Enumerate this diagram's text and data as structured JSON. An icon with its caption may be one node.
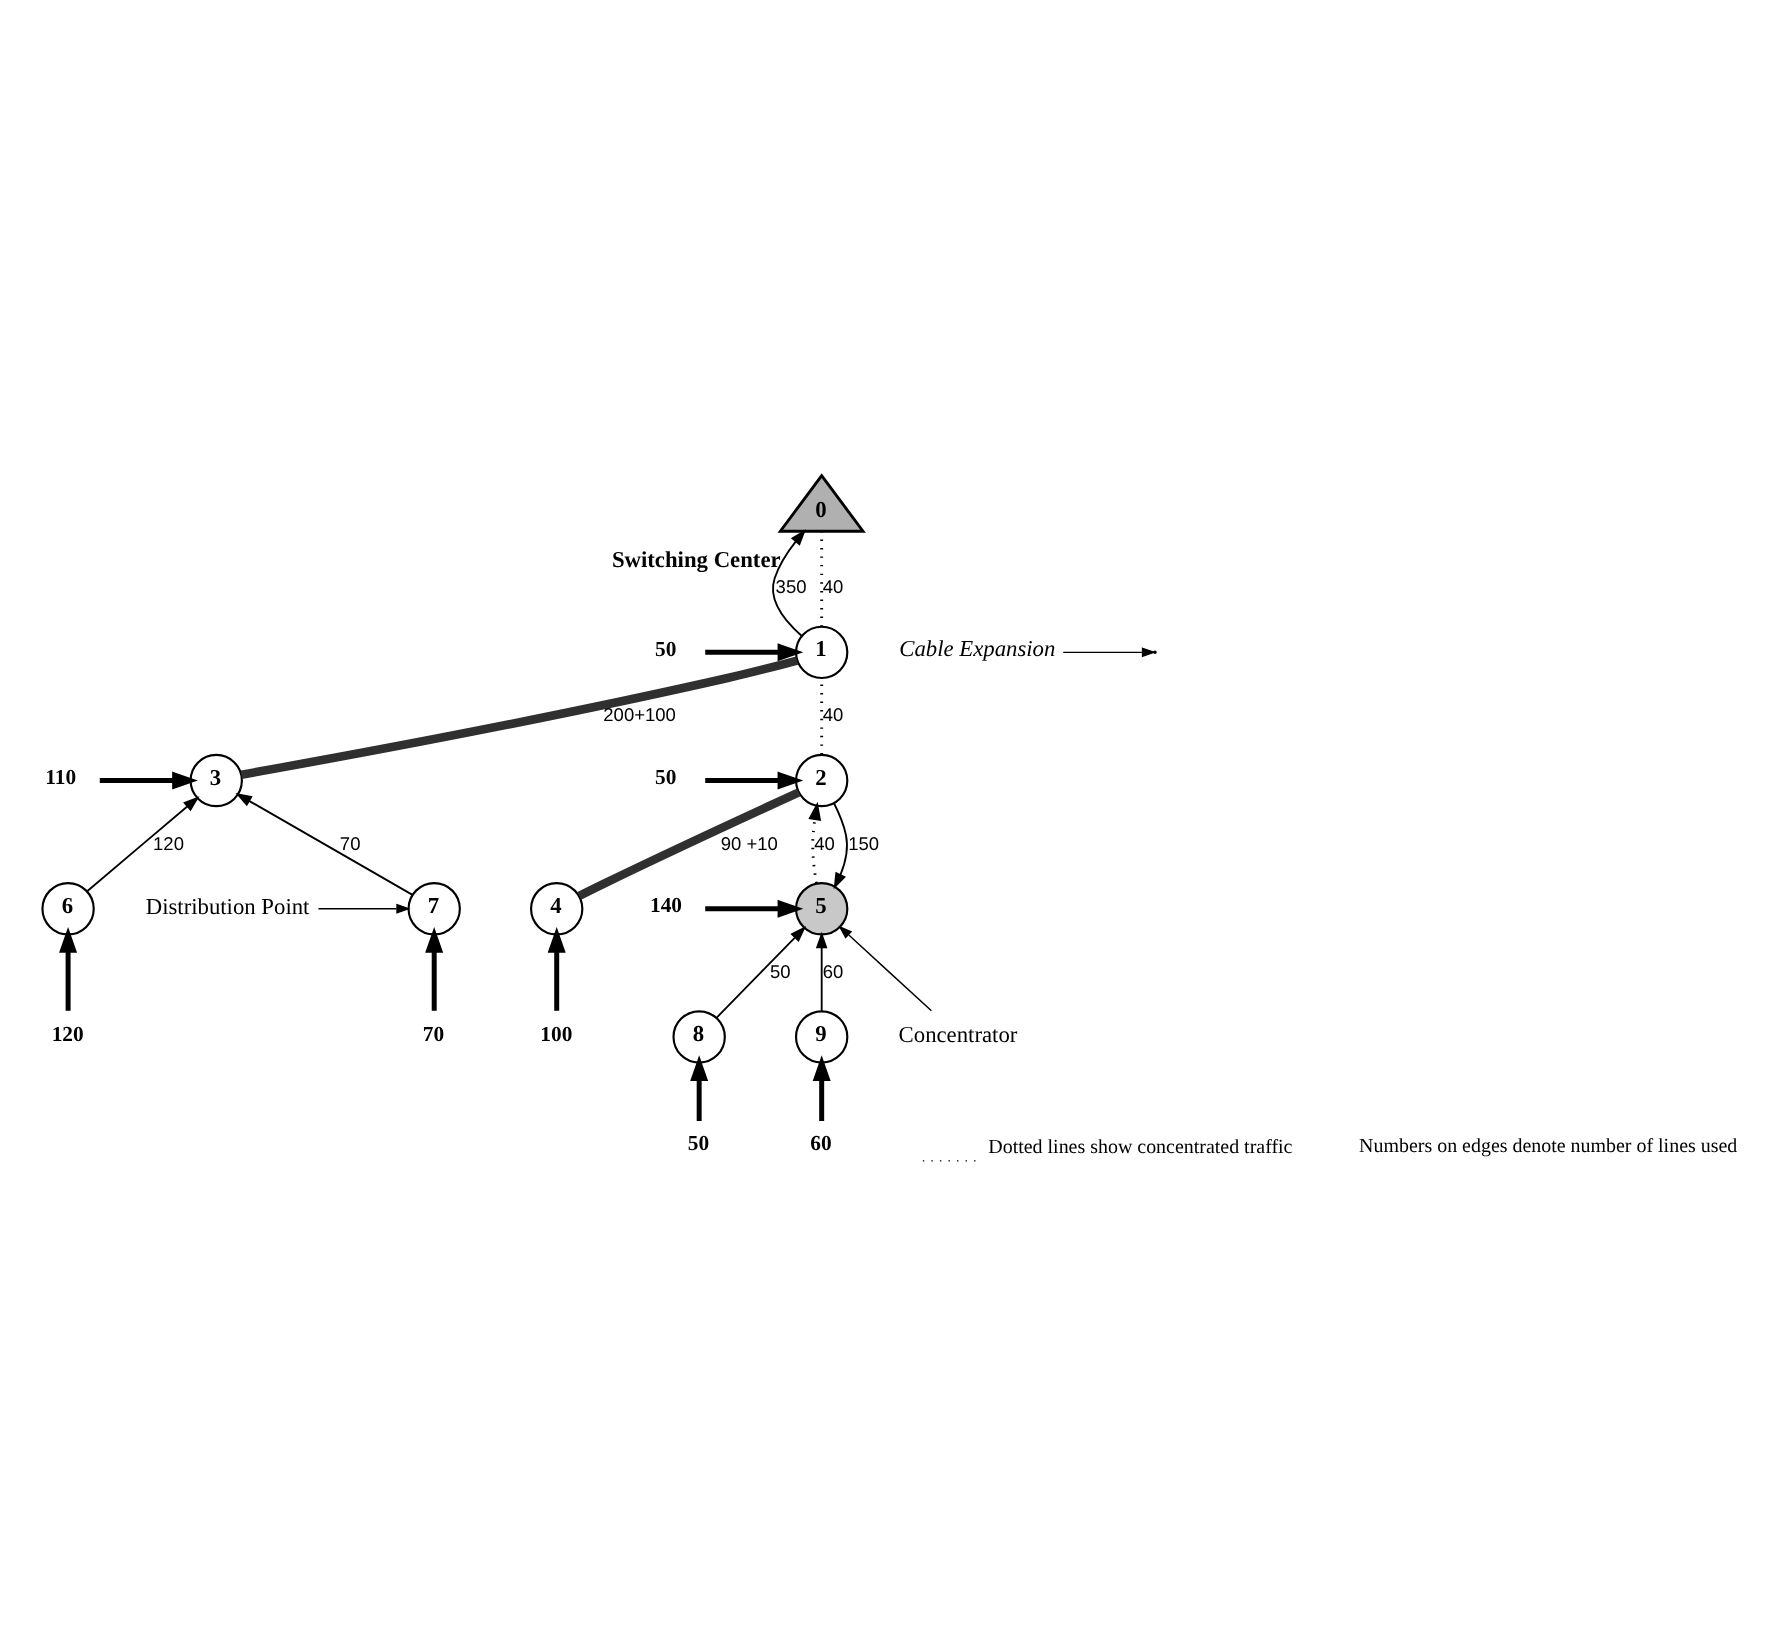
{
  "diagram": {
    "nodes": [
      {
        "text": [
          "0"
        ],
        "beside": [
          "Switching Center"
        ]
      },
      {
        "text": [
          "1"
        ]
      },
      {
        "text": [
          "2"
        ]
      },
      {
        "text": [
          "3"
        ]
      },
      {
        "text": [
          "4"
        ]
      },
      {
        "text": [
          "5"
        ]
      },
      {
        "text": [
          "6"
        ]
      },
      {
        "text": [
          "7"
        ]
      },
      {
        "text": [
          "8"
        ]
      },
      {
        "text": [
          "9"
        ]
      },
      {
        "text": [
          "50"
        ]
      },
      {
        "text": [
          "50"
        ]
      },
      {
        "text": [
          "110"
        ]
      },
      {
        "text": [
          "140"
        ]
      },
      {
        "text": [
          "100"
        ]
      },
      {
        "text": [
          "50"
        ]
      },
      {
        "text": [
          "60"
        ]
      },
      {
        "text": [
          "120"
        ]
      },
      {
        "text": [
          "70"
        ]
      },
      {
        "text": [
          "Cable Expansion"
        ]
      },
      {
        "text": [
          "Concentrator"
        ]
      },
      {
        "text": [
          "Distribution Point"
        ]
      }
    ],
    "edges": [
      {
        "from": 1,
        "to": 0,
        "label": "350",
        "arrow": "to"
      },
      {
        "from": 1,
        "to": 0,
        "label": "40",
        "arrow": "none",
        "style": "dashed"
      },
      {
        "from": 2,
        "to": 1,
        "label": "40",
        "arrow": "none",
        "style": "dashed"
      },
      {
        "from": 1,
        "to": 3,
        "label": "200+100",
        "arrow": "none",
        "style": "thick"
      },
      {
        "from": 2,
        "to": 4,
        "label": "90 +10",
        "arrow": "none",
        "style": "thick"
      },
      {
        "from": 2,
        "to": 5,
        "label": "150",
        "arrow": "to"
      },
      {
        "from": 5,
        "to": 2,
        "label": "40",
        "arrow": "to",
        "style": "dashed"
      },
      {
        "from": 6,
        "to": 3,
        "label": "120",
        "arrow": "to"
      },
      {
        "from": 7,
        "to": 3,
        "label": "70",
        "arrow": "to"
      },
      {
        "from": 8,
        "to": 5,
        "label": "50",
        "arrow": "to"
      },
      {
        "from": 9,
        "to": 5,
        "label": "60",
        "arrow": "to"
      },
      {
        "from": 10,
        "to": 1,
        "arrow": "to"
      },
      {
        "from": 11,
        "to": 2,
        "arrow": "to"
      },
      {
        "from": 12,
        "to": 3,
        "arrow": "to"
      },
      {
        "from": 13,
        "to": 5,
        "arrow": "to"
      },
      {
        "from": 14,
        "to": 4,
        "arrow": "to"
      },
      {
        "from": 15,
        "to": 8,
        "arrow": "to"
      },
      {
        "from": 16,
        "to": 9,
        "arrow": "to"
      },
      {
        "from": 17,
        "to": 6,
        "arrow": "to"
      },
      {
        "from": 18,
        "to": 7,
        "arrow": "to"
      },
      {
        "from": 19,
        "to": null,
        "arrow": "to"
      },
      {
        "from": 20,
        "to": 5,
        "arrow": "to"
      },
      {
        "from": 21,
        "to": 7,
        "arrow": "to"
      }
    ],
    "labels": [
      "Numbers on edges denote number of lines used"
    ],
    "legend": [
      {
        "text": "Dotted lines show concentrated traffic"
      }
    ]
  }
}
